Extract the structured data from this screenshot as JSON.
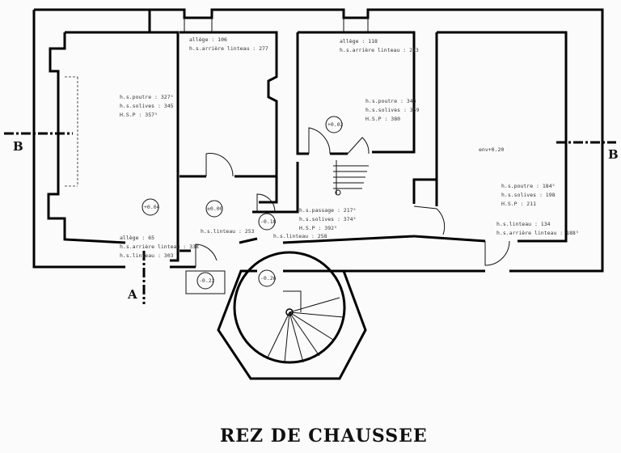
{
  "title": "REZ DE CHAUSSEE",
  "section_marks": {
    "b_left": "B",
    "b_right": "B",
    "a": "A"
  },
  "levels": {
    "r004": "+0.04",
    "r000": "±0.00",
    "r002": "+0.02",
    "r018": "-0.18",
    "r022": "-0.22",
    "r026": "-0.26",
    "r020": "env+0.20"
  },
  "annotations": {
    "room1": [
      "h.s.poutre : 327⁵",
      "h.s.solives : 345",
      "H.S.P : 357⁵"
    ],
    "room1_bottom": [
      "allège : 65",
      "h.s.arrière linteau : 338",
      "h.s.linteau : 303"
    ],
    "room2_top": [
      "allège : 106",
      "h.s.arrière linteau : 277"
    ],
    "room3_top": [
      "allège : 118",
      "h.s.arrière linteau : 293"
    ],
    "room3": [
      "h.s.poutre : 343",
      "h.s.solives : 359",
      "H.S.P : 380"
    ],
    "room4": [
      "h.s.poutre : 184⁵",
      "h.s.solives : 198",
      "H.S.P : 211"
    ],
    "room4_bottom": [
      "h.s.linteau : 134",
      "h.s.arrière linteau : 188⁵"
    ],
    "hall": [
      "h.s.passage : 217⁵",
      "h.s.solives : 374⁵",
      "H.S.P : 392⁵"
    ],
    "hall_lintel": "h.s.linteau : 258",
    "room2_lintel": "h.s.linteau : 253"
  }
}
